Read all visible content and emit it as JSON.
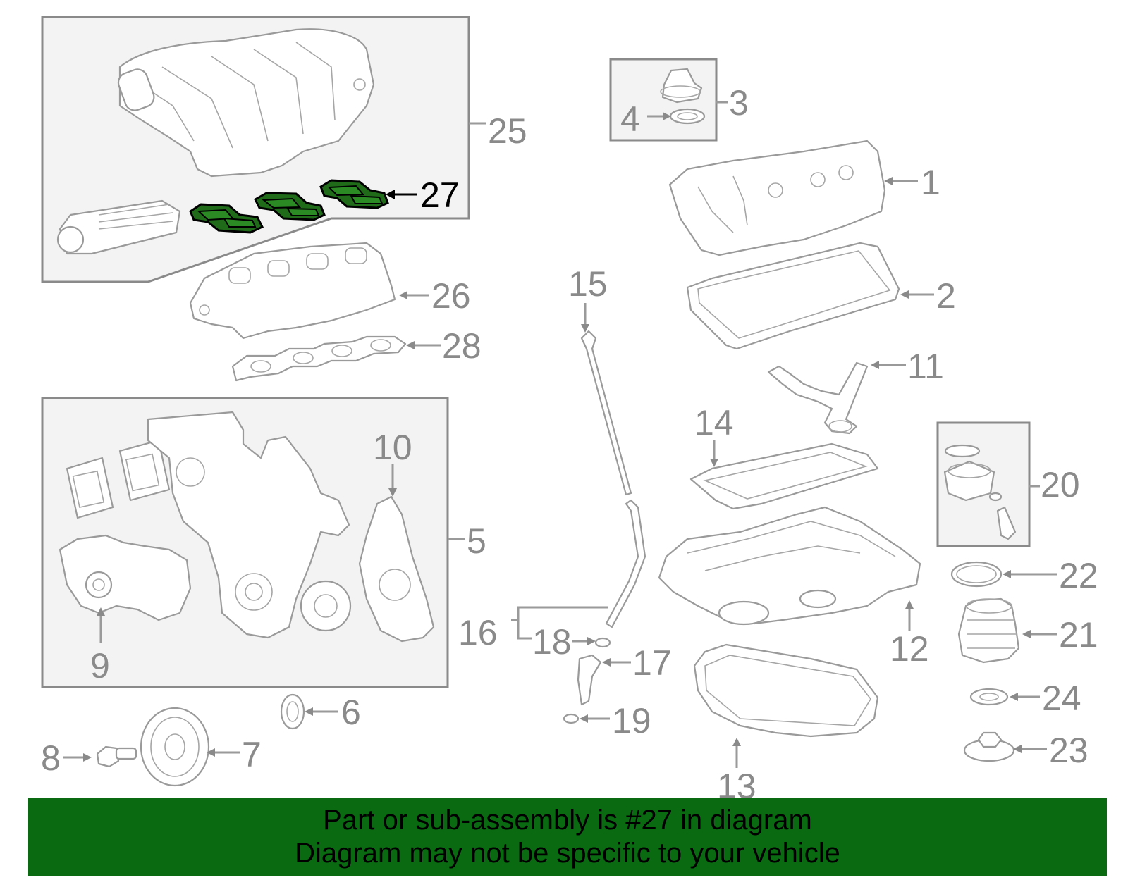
{
  "callouts": {
    "c1": "1",
    "c2": "2",
    "c3": "3",
    "c4": "4",
    "c5": "5",
    "c6": "6",
    "c7": "7",
    "c8": "8",
    "c9": "9",
    "c10": "10",
    "c11": "11",
    "c12": "12",
    "c13": "13",
    "c14": "14",
    "c15": "15",
    "c16": "16",
    "c17": "17",
    "c18": "18",
    "c19": "19",
    "c20": "20",
    "c21": "21",
    "c22": "22",
    "c23": "23",
    "c24": "24",
    "c25": "25",
    "c26": "26",
    "c27": "27",
    "c28": "28"
  },
  "highlighted_part": "27",
  "colors": {
    "highlight": "#2c8a24",
    "banner": "#0a6a12",
    "linework": "#9a9a9a"
  },
  "banner": {
    "line1": "Part or sub-assembly is #27 in diagram",
    "line2": "Diagram may not be specific to your vehicle"
  }
}
